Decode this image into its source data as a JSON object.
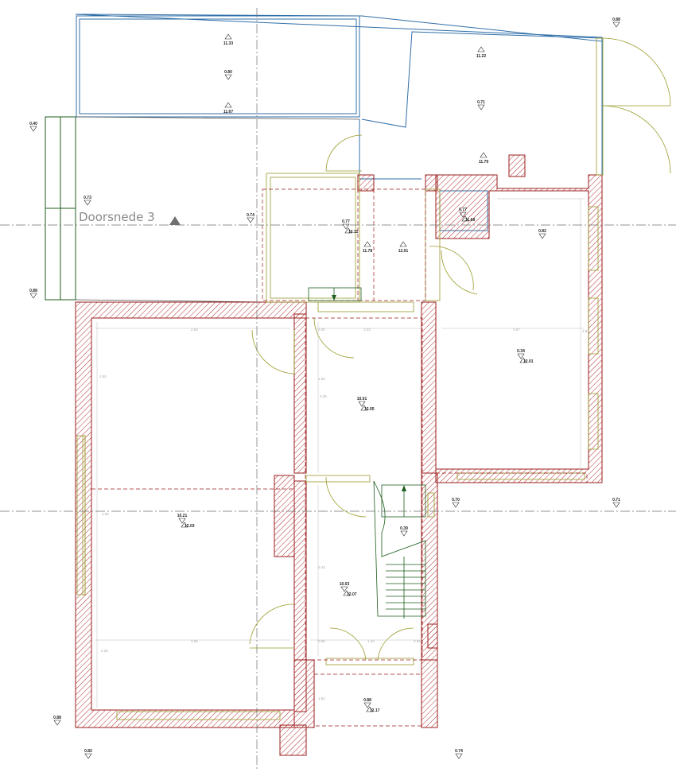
{
  "section_label": "Doorsnede 3",
  "levels": [
    {
      "id": "top-right",
      "top": "0.88"
    },
    {
      "id": "terrace-a",
      "top": "11.33"
    },
    {
      "id": "terrace-b",
      "top": "0.80"
    },
    {
      "id": "terrace-c",
      "top": "11.67"
    },
    {
      "id": "shed-a",
      "top": "11.22"
    },
    {
      "id": "shed-b",
      "top": "0.71"
    },
    {
      "id": "shed-c",
      "top": "11.79"
    },
    {
      "id": "left-a",
      "top": "0.40"
    },
    {
      "id": "left-b",
      "top": "0.73"
    },
    {
      "id": "left-c",
      "top": "0.88"
    },
    {
      "id": "annex-a",
      "top": "0.74"
    },
    {
      "id": "annex-b",
      "top": "0.77",
      "bottom": "12.11"
    },
    {
      "id": "annex-c",
      "top": "11.78"
    },
    {
      "id": "annex-d",
      "top": "12.01"
    },
    {
      "id": "small-room",
      "top": "0.77",
      "bottom": "11.68"
    },
    {
      "id": "right-room-top",
      "top": "0.82"
    },
    {
      "id": "right-room",
      "top": "0.34",
      "bottom": "12.01"
    },
    {
      "id": "hall",
      "top": "10.01",
      "bottom": "12.05"
    },
    {
      "id": "main-room",
      "top": "10.21",
      "bottom": "12.03"
    },
    {
      "id": "stairs",
      "top": "0.39"
    },
    {
      "id": "entry-hall",
      "top": "10.03",
      "bottom": "12.07"
    },
    {
      "id": "porch",
      "top": "0.88",
      "bottom": "12.17"
    },
    {
      "id": "right-mid",
      "top": "0.70"
    },
    {
      "id": "far-right-mid",
      "top": "0.71"
    },
    {
      "id": "bottom-left",
      "top": "0.88"
    },
    {
      "id": "bottom-left-2",
      "top": "0.82"
    },
    {
      "id": "bottom-right",
      "top": "0.74"
    }
  ],
  "dimensions": [
    "2.93",
    "3.40",
    "3.03",
    "1.93",
    "3.97",
    "2.97",
    "2.90",
    "3.26",
    "2.86",
    "3.95",
    "2.25",
    "2.42",
    "0.98",
    "1.43",
    "0.99",
    "1.82"
  ],
  "colors": {
    "wall": "#9b1c1c",
    "hatch": "#b03030",
    "window": "#9a9a2a",
    "exterior": "#2f6fa8",
    "section_line": "#707070",
    "stair": "#1c5c1c",
    "text": "#222222"
  }
}
